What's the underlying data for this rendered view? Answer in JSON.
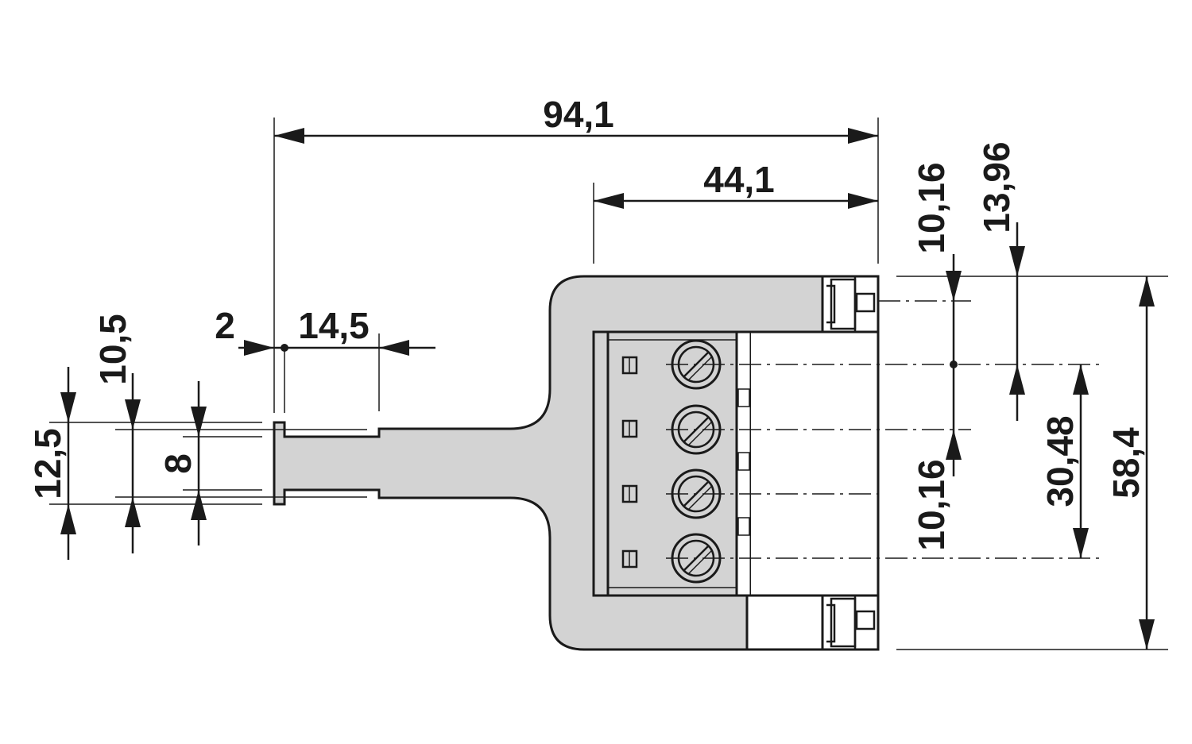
{
  "dimensions": {
    "overall_width": "94,1",
    "header_width": "44,1",
    "offset_2": "2",
    "tab_length": "14,5",
    "height_12_5": "12,5",
    "height_10_5": "10,5",
    "height_8": "8",
    "pitch_top": "10,16",
    "edge_offset": "13,96",
    "pitch_bottom": "10,16",
    "pin_span": "30,48",
    "overall_height": "58,4"
  },
  "colors": {
    "housing": "#d3d3d3",
    "ink": "#1a1a1a",
    "background": "#ffffff"
  }
}
